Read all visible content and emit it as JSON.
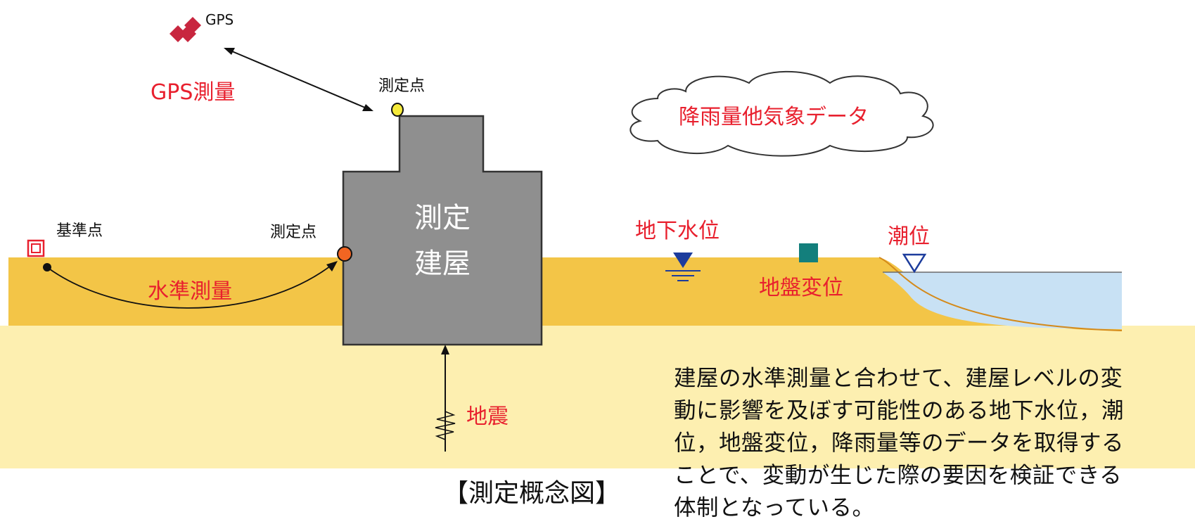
{
  "labels": {
    "gps_satellite": "GPS",
    "gps_survey": "GPS測量",
    "measure_point_top": "測定点",
    "weather_data": "降雨量他気象データ",
    "benchmark": "基準点",
    "measure_point_left": "測定点",
    "building_line1": "測定",
    "building_line2": "建屋",
    "groundwater": "地下水位",
    "tide": "潮位",
    "leveling": "水準測量",
    "ground_displacement": "地盤変位",
    "earthquake": "地震"
  },
  "description": {
    "lines": [
      "建屋の水準測量と合わせて、建屋レベルの変",
      "動に影響を及ぼす可能性のある地下水位，潮",
      "位，地盤変位，降雨量等のデータを取得する",
      "ことで、変動が生じた際の要因を検証できる",
      "体制となっている。"
    ]
  },
  "caption": "【測定概念図】",
  "colors": {
    "label_red": "#e8202e",
    "ground_upper": "#f3c547",
    "ground_lower": "#fdefb0",
    "building": "#8f8f8f",
    "water": "#c8e1f4",
    "marker_yellow": "#f5ea3a",
    "marker_orange": "#f26522",
    "sensor_teal": "#137f7c",
    "triangle_blue": "#1c3c9c"
  },
  "icons": [
    "gps-satellite-icon",
    "benchmark-marker-icon",
    "groundwater-triangle-icon",
    "tide-triangle-icon",
    "cloud-icon"
  ]
}
